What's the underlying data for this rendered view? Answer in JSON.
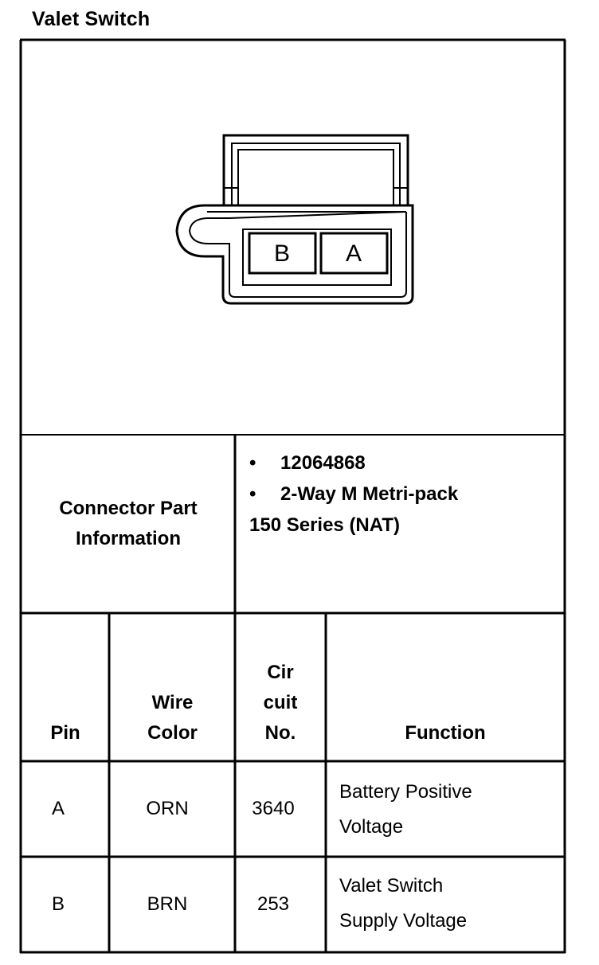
{
  "title": "Valet Switch",
  "connector": {
    "cavity_labels": [
      "B",
      "A"
    ]
  },
  "part_info": {
    "label_line1": "Connector Part",
    "label_line2": "Information",
    "bullets": [
      "12064868",
      "2-Way M Metri-pack"
    ],
    "continuation": "150 Series (NAT)"
  },
  "table": {
    "headers": {
      "pin": "Pin",
      "wire_color_line1": "Wire",
      "wire_color_line2": "Color",
      "circuit_line1": "Cir",
      "circuit_line2": "cuit",
      "circuit_line3": "No.",
      "function": "Function"
    },
    "rows": [
      {
        "pin": "A",
        "wire_color": "ORN",
        "circuit": "3640",
        "function_line1": "Battery Positive",
        "function_line2": "Voltage"
      },
      {
        "pin": "B",
        "wire_color": "BRN",
        "circuit": "253",
        "function_line1": "Valet Switch",
        "function_line2": "Supply Voltage"
      }
    ]
  }
}
